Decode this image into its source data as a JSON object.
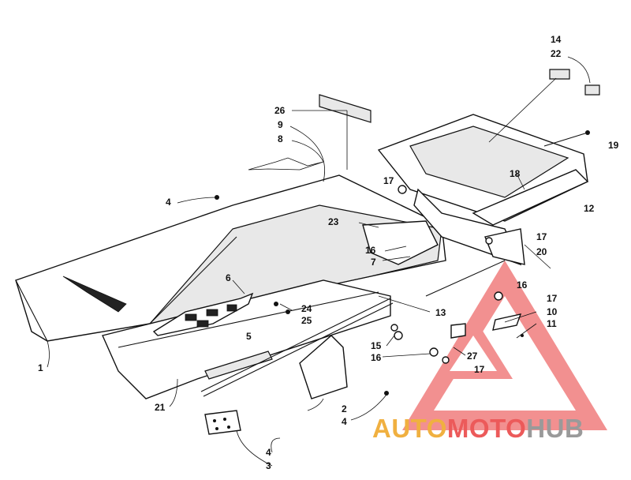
{
  "callouts": {
    "c14": "14",
    "c22": "22",
    "c26": "26",
    "c9": "9",
    "c8": "8",
    "c19": "19",
    "c17a": "17",
    "c18": "18",
    "c4a": "4",
    "c12": "12",
    "c23": "23",
    "c17b": "17",
    "c20": "20",
    "c16a": "16",
    "c7": "7",
    "c6": "6",
    "c16b": "16",
    "c17c": "17",
    "c24": "24",
    "c25": "25",
    "c13": "13",
    "c10": "10",
    "c11": "11",
    "c15": "15",
    "c16c": "16",
    "c5": "5",
    "c27": "27",
    "c17d": "17",
    "c1": "1",
    "c2": "2",
    "c21": "21",
    "c4b": "4",
    "c4c": "4",
    "c3": "3"
  },
  "watermark": {
    "part1": "AUTO",
    "part2": "MOTO",
    "part3": "HUB",
    "color_orange": "#f0b040",
    "color_red": "#ec5a5a",
    "color_gray": "#9a9a9a"
  }
}
